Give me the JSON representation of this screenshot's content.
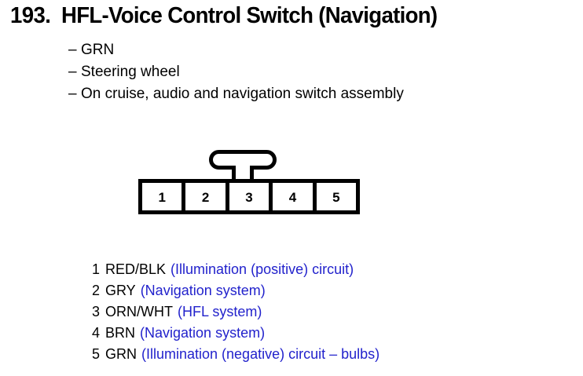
{
  "title": {
    "number": "193.",
    "text": "HFL-Voice Control Switch (Navigation)"
  },
  "spec_list": [
    {
      "dash": "–",
      "label": "GRN"
    },
    {
      "dash": "–",
      "label": "Steering wheel"
    },
    {
      "dash": "–",
      "label": "On cruise, audio and navigation switch assembly"
    }
  ],
  "connector": {
    "latch_name": "locking-tab",
    "pins": [
      {
        "number": "1"
      },
      {
        "number": "2"
      },
      {
        "number": "3"
      },
      {
        "number": "4"
      },
      {
        "number": "5"
      }
    ]
  },
  "legend": {
    "description_color": "#2222cc",
    "rows": [
      {
        "index": "1",
        "wire": "RED/BLK",
        "desc": "(Illumination (positive) circuit)"
      },
      {
        "index": "2",
        "wire": "GRY",
        "desc": "(Navigation system)"
      },
      {
        "index": "3",
        "wire": "ORN/WHT",
        "desc": "(HFL system)"
      },
      {
        "index": "4",
        "wire": "BRN",
        "desc": "(Navigation system)"
      },
      {
        "index": "5",
        "wire": "GRN",
        "desc": "(Illumination (negative) circuit – bulbs)"
      }
    ]
  }
}
